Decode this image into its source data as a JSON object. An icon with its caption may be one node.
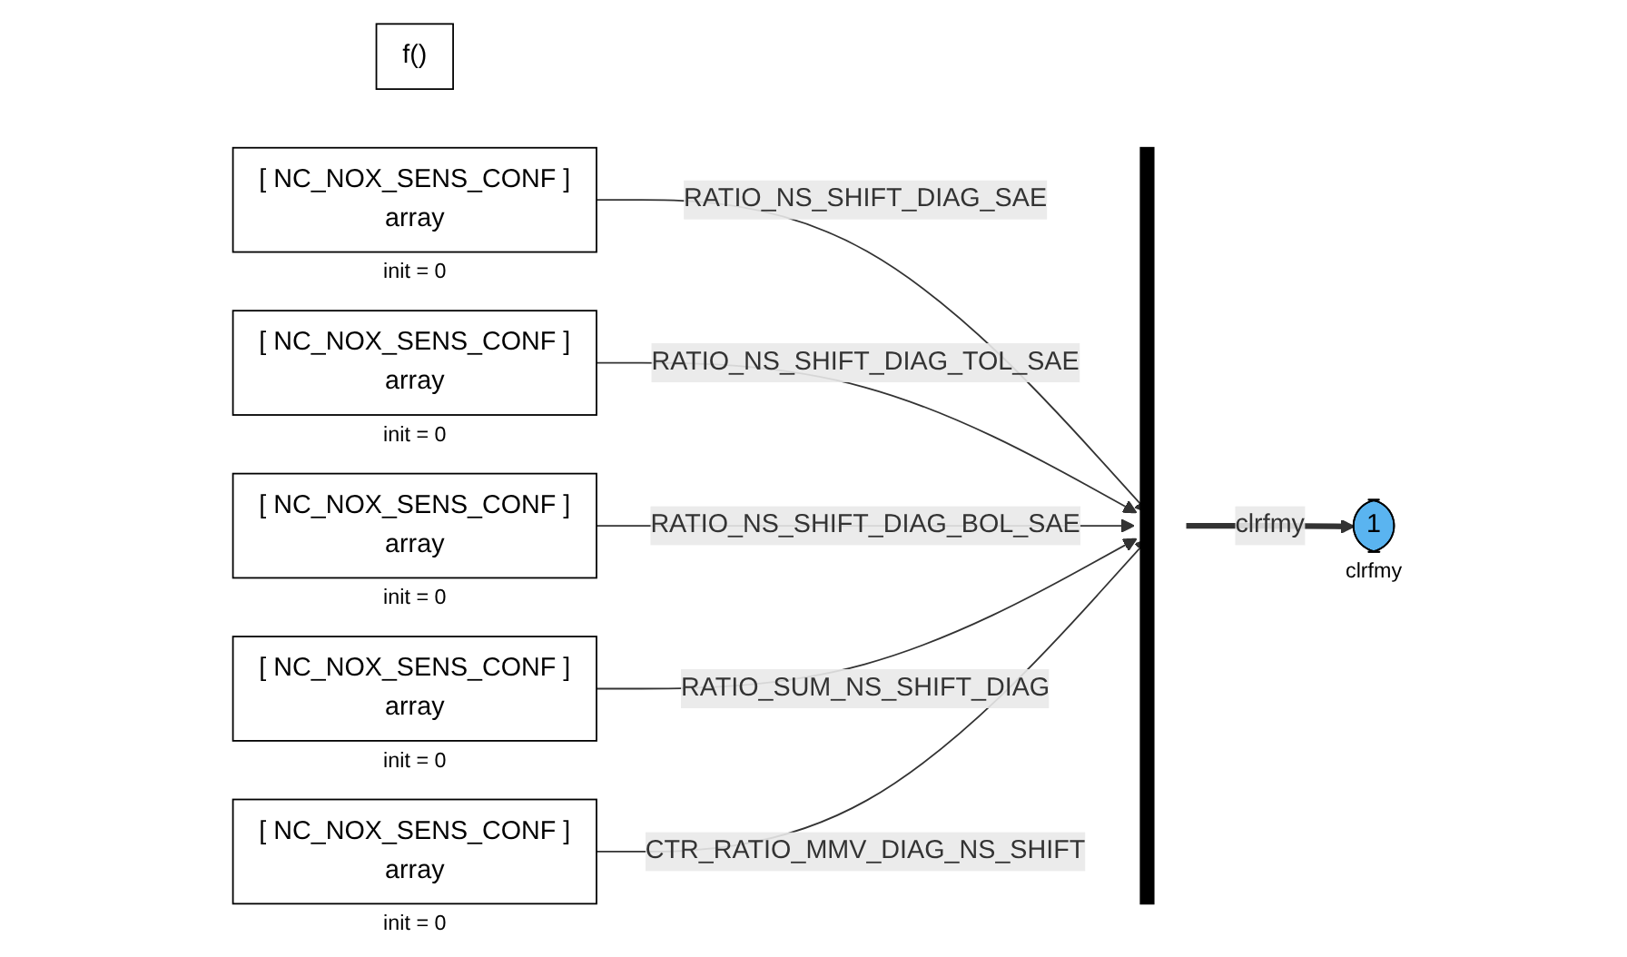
{
  "diagram": {
    "nodes": [
      {
        "text": [
          "f()"
        ]
      },
      {
        "text": [
          "[ NC_NOX_SENS_CONF ]",
          "array"
        ],
        "beside": [
          "init = 0"
        ]
      },
      {
        "text": [
          "[ NC_NOX_SENS_CONF ]",
          "array"
        ],
        "beside": [
          "init = 0"
        ]
      },
      {
        "text": [
          "[ NC_NOX_SENS_CONF ]",
          "array"
        ],
        "beside": [
          "init = 0"
        ]
      },
      {
        "text": [
          "[ NC_NOX_SENS_CONF ]",
          "array"
        ],
        "beside": [
          "init = 0"
        ]
      },
      {
        "text": [
          "[ NC_NOX_SENS_CONF ]",
          "array"
        ],
        "beside": [
          "init = 0"
        ]
      },
      {
        "text": [],
        "shape": "bar"
      },
      {
        "text": [
          "1"
        ],
        "beside": [
          "clrfmy"
        ]
      }
    ],
    "edges": [
      {
        "from": 1,
        "to": 6,
        "arrow": "to",
        "label": "RATIO_NS_SHIFT_DIAG_SAE"
      },
      {
        "from": 2,
        "to": 6,
        "arrow": "to",
        "label": "RATIO_NS_SHIFT_DIAG_TOL_SAE"
      },
      {
        "from": 3,
        "to": 6,
        "arrow": "to",
        "label": "RATIO_NS_SHIFT_DIAG_BOL_SAE"
      },
      {
        "from": 4,
        "to": 6,
        "arrow": "to",
        "label": "RATIO_SUM_NS_SHIFT_DIAG"
      },
      {
        "from": 5,
        "to": 6,
        "arrow": "to",
        "label": "CTR_RATIO_MMV_DIAG_NS_SHIFT"
      },
      {
        "from": 6,
        "to": 7,
        "arrow": "to",
        "label": "clrfmy",
        "style": "thick"
      }
    ]
  }
}
